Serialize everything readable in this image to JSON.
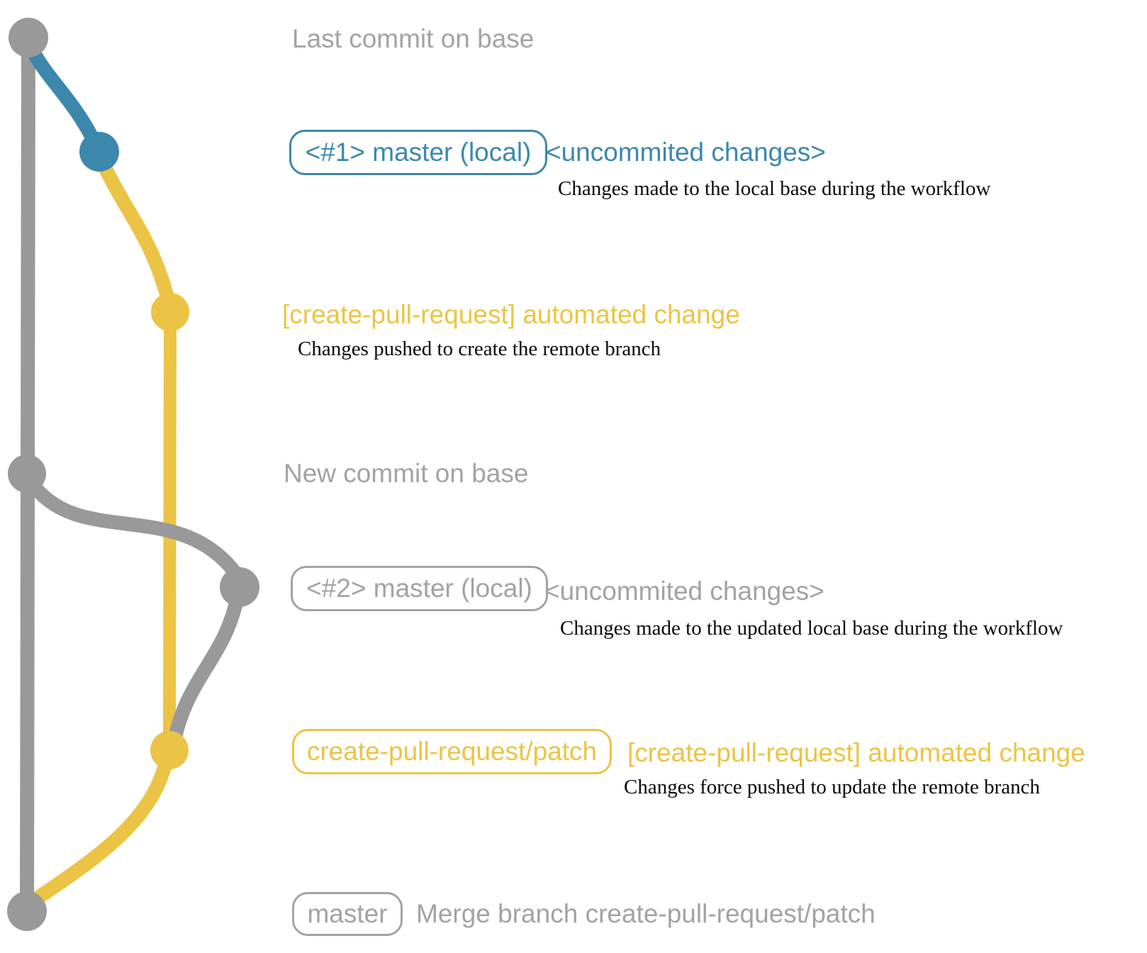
{
  "colors": {
    "gray_graph": "#999999",
    "gray_text": "#a3a3a3",
    "blue": "#3c88ac",
    "yellow": "#ebc445",
    "black": "#0a0a0a"
  },
  "rows": {
    "row1": {
      "label": "Last commit on base"
    },
    "row2": {
      "branch_tag": "<#1> master (local)",
      "annotation": "<uncommited changes>",
      "description": "Changes made to the local base during the workflow"
    },
    "row3": {
      "annotation": "[create-pull-request] automated change",
      "description": "Changes pushed to create the remote branch"
    },
    "row4": {
      "label": "New commit on base"
    },
    "row5": {
      "branch_tag": "<#2> master (local)",
      "annotation": "<uncommited changes>",
      "description": "Changes made to the updated local base during the workflow"
    },
    "row6": {
      "branch_tag": "create-pull-request/patch",
      "annotation": "[create-pull-request] automated change",
      "description": "Changes force pushed to update the remote branch"
    },
    "row7": {
      "branch_tag": "master",
      "label": "Merge branch create-pull-request/patch"
    }
  }
}
